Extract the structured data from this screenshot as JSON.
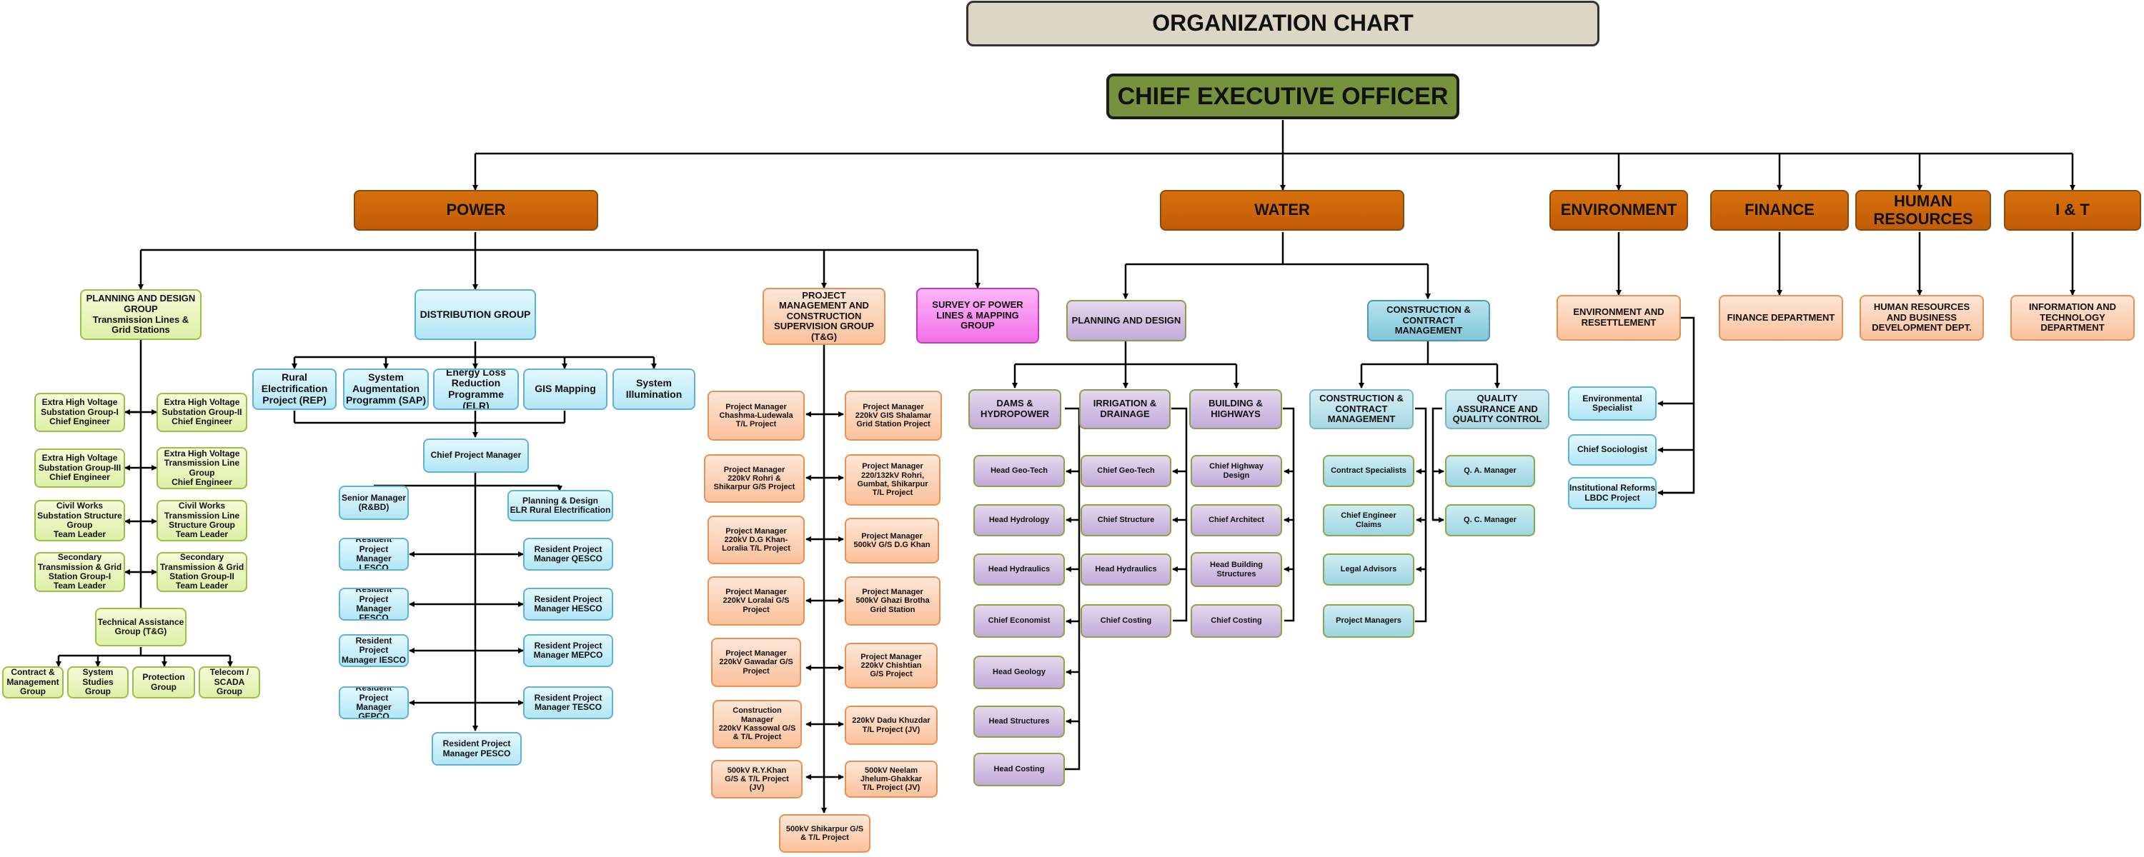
{
  "title": "ORGANIZATION CHART",
  "ceo": "CHIEF EXECUTIVE OFFICER",
  "divisions": {
    "power": "POWER",
    "water": "WATER",
    "environment": "ENVIRONMENT",
    "finance": "FINANCE",
    "hr": "HUMAN\nRESOURCES",
    "it": "I & T"
  },
  "power": {
    "planning_group": "PLANNING AND DESIGN\nGROUP\nTransmission Lines &\nGrid Stations",
    "planning_left": [
      "Extra High Voltage\nSubstation Group-I\nChief Engineer",
      "Extra High Voltage\nSubstation Group-III\nChief Engineer",
      "Civil Works\nSubstation Structure\nGroup\nTeam Leader",
      "Secondary\nTransmission & Grid\nStation Group-I\nTeam Leader"
    ],
    "planning_right": [
      "Extra High Voltage\nSubstation Group-II\nChief Engineer",
      "Extra High Voltage\nTransmission Line\nGroup\nChief Engineer",
      "Civil Works\nTransmission Line\nStructure Group\nTeam Leader",
      "Secondary\nTransmission & Grid\nStation Group-II\nTeam Leader"
    ],
    "technical_assistance": "Technical Assistance\nGroup (T&G)",
    "ta_subgroups": [
      "Contract &\nManagement\nGroup",
      "System\nStudies\nGroup",
      "Protection\nGroup",
      "Telecom /\nSCADA\nGroup"
    ],
    "distribution_group": "DISTRIBUTION GROUP",
    "distribution_programs": [
      "Rural\nElectrification\nProject (REP)",
      "System\nAugmentation\nProgramm (SAP)",
      "Energy Loss\nReduction\nProgramme (ELR)",
      "GIS Mapping",
      "System\nIllumination"
    ],
    "chief_pm": "Chief Project Manager",
    "senior_manager": "Senior Manager\n(R&BD)",
    "planning_design_elr": "Planning & Design\nELR Rural Electrification",
    "rpm_left": [
      "Resident Project\nManager LESCO",
      "Resident Project\nManager FESCO",
      "Resident Project\nManager IESCO",
      "Resident Project\nManager GEPCO"
    ],
    "rpm_right": [
      "Resident Project\nManager QESCO",
      "Resident Project\nManager HESCO",
      "Resident Project\nManager MEPCO",
      "Resident Project\nManager TESCO"
    ],
    "rpm_bottom": "Resident Project\nManager PESCO",
    "pm_group": "PROJECT\nMANAGEMENT AND\nCONSTRUCTION\nSUPERVISION GROUP\n(T&G)",
    "pm_left": [
      "Project Manager\nChashma-Ludewala\nT/L Project",
      "Project Manager\n220kV Rohri &\nShikarpur G/S Project",
      "Project Manager\n220kV D.G Khan-\nLoralia T/L Project",
      "Project Manager\n220kV Loralai G/S\nProject",
      "Project Manager\n220kV Gawadar G/S\nProject",
      "Construction\nManager\n220kV Kassowal G/S\n& T/L Project",
      "500kV R.Y.Khan\nG/S & T/L Project\n(JV)"
    ],
    "pm_right": [
      "Project Manager\n220kV GIS Shalamar\nGrid Station Project",
      "Project Manager\n220/132kV Rohri,\nGumbat, Shikarpur\nT/L Project",
      "Project Manager\n500kV G/S  D.G Khan",
      "Project Manager\n500kV Ghazi Brotha\nGrid Station",
      "Project Manager\n220kV Chishtian\nG/S Project",
      "220kV Dadu Khuzdar\nT/L Project (JV)",
      "500kV Neelam\nJhelum-Ghakkar\nT/L Project  (JV)"
    ],
    "pm_bottom": "500kV Shikarpur G/S\n& T/L Project",
    "survey_group": "SURVEY OF POWER\nLINES & MAPPING\nGROUP"
  },
  "water": {
    "planning_design": "PLANNING AND DESIGN",
    "dams": "DAMS &\nHYDROPOWER",
    "irrigation": "IRRIGATION &\nDRAINAGE",
    "building": "BUILDING &\nHIGHWAYS",
    "dams_items": [
      "Head Geo-Tech",
      "Head Hydrology",
      "Head Hydraulics",
      "Chief Economist",
      "Head Geology",
      "Head Structures",
      "Head Costing"
    ],
    "irrigation_items": [
      "Chief Geo-Tech",
      "Chief Structure",
      "Head Hydraulics",
      "Chief Costing"
    ],
    "building_items": [
      "Chief Highway\nDesign",
      "Chief Architect",
      "Head Building\nStructures",
      "Chief Costing"
    ],
    "construction": "CONSTRUCTION &\nCONTRACT\nMANAGEMENT",
    "ccm": "CONSTRUCTION &\nCONTRACT\nMANAGEMENT",
    "qa": "QUALITY\nASSURANCE AND\nQUALITY CONTROL",
    "ccm_items": [
      "Contract Specialists",
      "Chief Engineer\nClaims",
      "Legal Advisors",
      "Project Managers"
    ],
    "qa_items": [
      "Q. A. Manager",
      "Q. C. Manager"
    ]
  },
  "environment": {
    "dept": "ENVIRONMENT AND\nRESETTLEMENT",
    "items": [
      "Environmental\nSpecialist",
      "Chief Sociologist",
      "Institutional Reforms\nLBDC Project"
    ]
  },
  "finance_dept": "FINANCE DEPARTMENT",
  "hr_dept": "HUMAN RESOURCES\nAND BUSINESS\nDEVELOPMENT  DEPT.",
  "it_dept": "INFORMATION AND\nTECHNOLOGY\nDEPARTMENT"
}
